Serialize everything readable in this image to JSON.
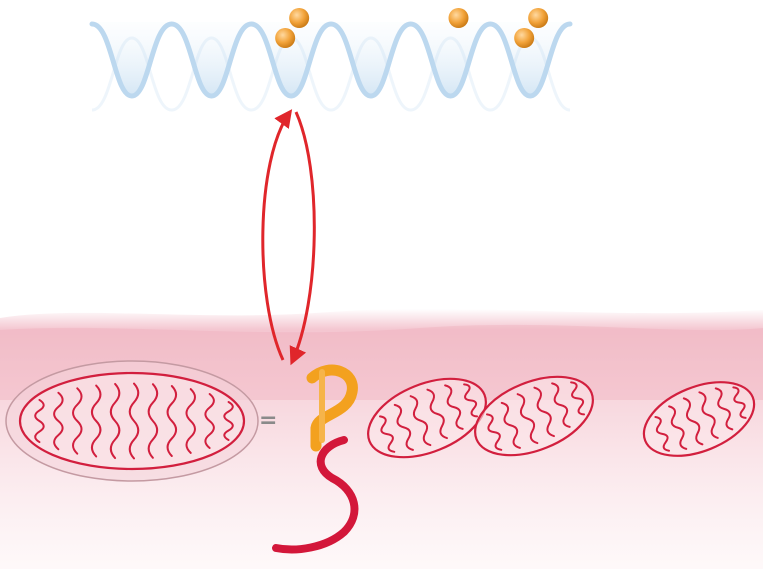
{
  "diagram": {
    "equals_symbol": "=",
    "energy_landscape": {
      "well_count": 6,
      "balls_per_well": [
        0,
        0,
        2,
        0,
        1,
        2
      ],
      "well_color": "#bcd8ef",
      "ball_color": "#f2a33a"
    },
    "transition_arrow_color": "#e0262b",
    "mitochondrion_stroke_color": "#d21f3e",
    "background_wash_color": "#f2bcc8",
    "helix_colors": {
      "upper": "#f3a11f",
      "lower": "#d3173a"
    },
    "mitochondria": [
      {
        "role": "source",
        "has_membrane": true
      },
      {
        "role": "copy",
        "has_membrane": false
      },
      {
        "role": "copy",
        "has_membrane": false
      },
      {
        "role": "copy",
        "has_membrane": false
      }
    ]
  }
}
